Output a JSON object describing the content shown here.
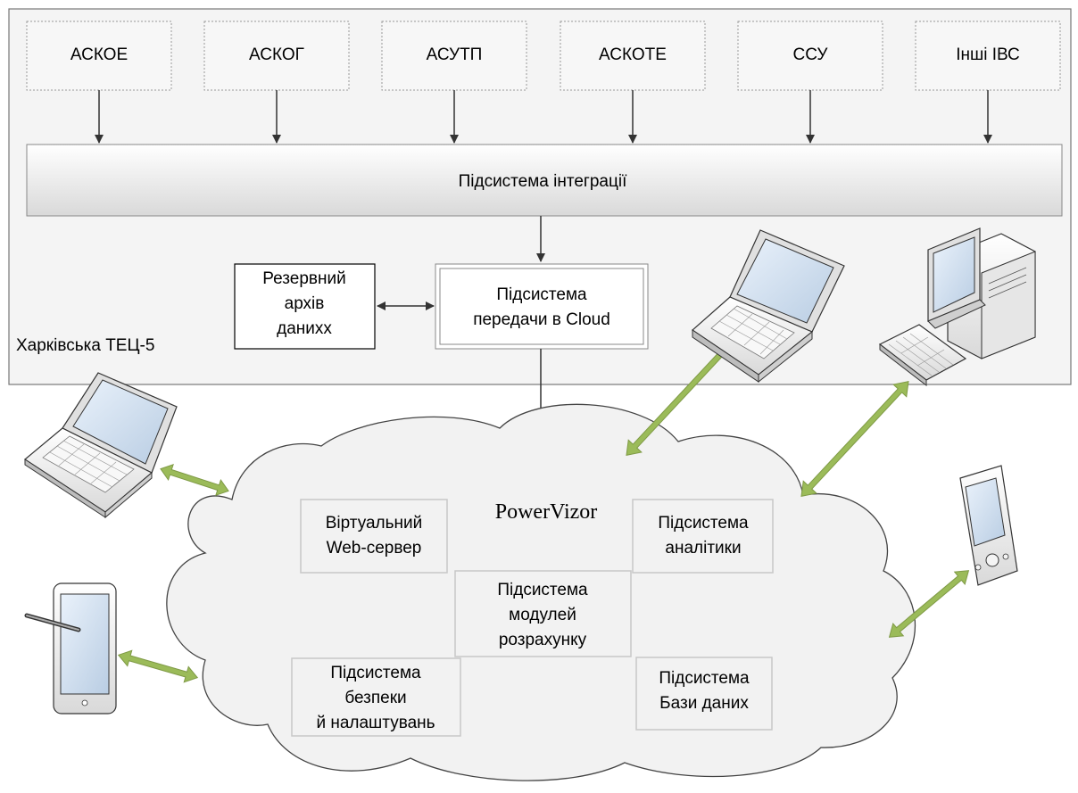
{
  "plant": {
    "label": "Харківська ТЕЦ-5",
    "sources": [
      "АСКОЕ",
      "АСКОГ",
      "АСУТП",
      "АСКОТЕ",
      "ССУ",
      "Інші ІВС"
    ],
    "integration": "Підсистема інтеграції",
    "backup": [
      "Резервний",
      "архів",
      "данихх"
    ],
    "transfer": [
      "Підсистема",
      "передачи в Cloud"
    ]
  },
  "cloud": {
    "title": "PowerVizor",
    "web_server": [
      "Віртуальний",
      "Web-сервер"
    ],
    "analytics": [
      "Підсистема",
      "аналітики"
    ],
    "modules": [
      "Підсистема",
      "модулей",
      "розрахунку"
    ],
    "security": [
      "Підсистема",
      "безпеки",
      "й налаштувань"
    ],
    "database": [
      "Підсистема",
      "Бази даних"
    ]
  },
  "colors": {
    "box_fill": "#f4f4f4",
    "cloud_fill": "#f2f2f2",
    "green_arrow": "#9bbb59",
    "green_arrow_edge": "#7f9a46"
  },
  "devices": [
    "laptop-left",
    "laptop-right",
    "desktop-computer",
    "tablet-with-stylus",
    "pda"
  ]
}
